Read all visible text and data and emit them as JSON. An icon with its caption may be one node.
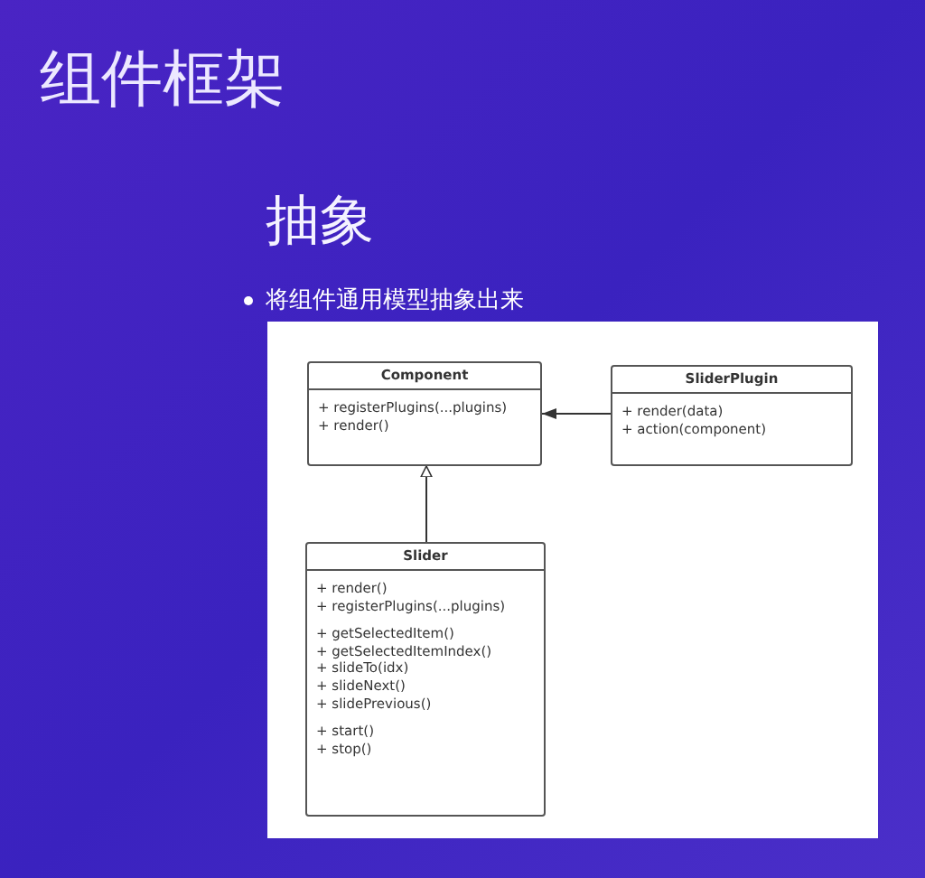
{
  "diagram": {
    "title": "组件框架",
    "nodes": [
      {
        "text": [
          "Component",
          "+ registerPlugins(...plugins)",
          "+ render()"
        ]
      },
      {
        "text": [
          "SliderPlugin",
          "+ render(data)",
          "+ action(component)"
        ]
      },
      {
        "text": [
          "Slider",
          "+ render()",
          "+ registerPlugins(...plugins)",
          "+ getSelectedItem()",
          "+ getSelectedItemIndex()",
          "+ slideTo(idx)",
          "+ slideNext()",
          "+ slidePrevious()",
          "+ start()",
          "+ stop()"
        ]
      }
    ],
    "edges": [
      {
        "from": 1,
        "to": 0,
        "arrow": "to"
      },
      {
        "from": 2,
        "to": 0,
        "arrow": "to"
      }
    ],
    "labels": [
      "抽象",
      "将组件通用模型抽象出来"
    ]
  }
}
